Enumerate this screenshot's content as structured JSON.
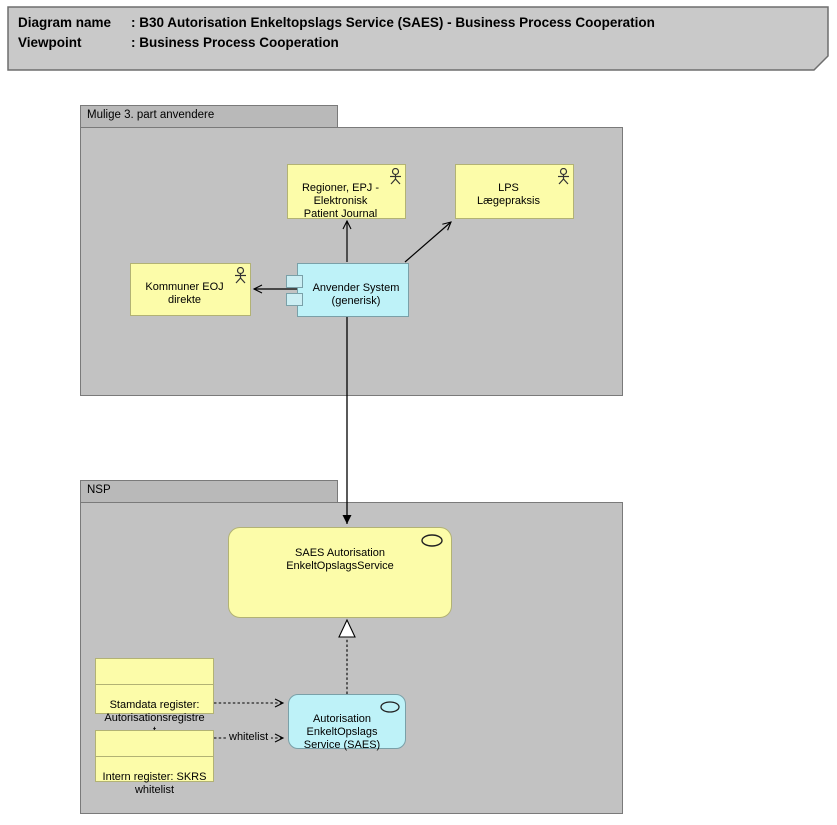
{
  "title": {
    "rows": [
      {
        "label": "Diagram name",
        "value": ": B30 Autorisation Enkeltopslags Service (SAES) - Business Process Cooperation"
      },
      {
        "label": "Viewpoint",
        "value": ": Business Process Cooperation"
      }
    ]
  },
  "groups": {
    "third_party": {
      "label": "Mulige 3. part anvendere"
    },
    "nsp": {
      "label": "NSP"
    }
  },
  "nodes": {
    "regioner": {
      "type": "business-actor",
      "icon": "actor-icon",
      "label": "Regioner, EPJ -\nElektronisk\nPatient Journal"
    },
    "lps": {
      "type": "business-actor",
      "icon": "actor-icon",
      "label": "LPS\nLægepraksis"
    },
    "kommuner": {
      "type": "business-actor",
      "icon": "actor-icon",
      "label": "Kommuner EOJ\ndirekte"
    },
    "anvender": {
      "type": "application-component",
      "icon": "component-icon",
      "label": "Anvender System\n(generisk)"
    },
    "saes_service": {
      "type": "application-service",
      "icon": "service-icon",
      "label": "SAES Autorisation\nEnkeltOpslagsService"
    },
    "stamdata": {
      "type": "business-object",
      "icon": "business-object-icon",
      "label": "Stamdata register:\nAutorisationsregistre\nt"
    },
    "intern": {
      "type": "business-object",
      "icon": "business-object-icon",
      "label": "Intern register: SKRS\nwhitelist"
    },
    "autorisation": {
      "type": "application-service",
      "icon": "service-icon",
      "label": "Autorisation\nEnkeltOpslags\nService (SAES)"
    }
  },
  "edges": {
    "whitelist": {
      "label": "whitelist"
    }
  },
  "colors": {
    "yellow_fill": "#fcfca9",
    "yellow_border": "#b2b274",
    "cyan_fill": "#bef2f8",
    "cyan_border": "#7aa0a8",
    "group_fill": "#c2c2c2",
    "group_tab_fill": "#b9b9b9",
    "group_border": "#7a7a7a",
    "title_fill": "#c9c9c9",
    "line_color": "#000000"
  }
}
